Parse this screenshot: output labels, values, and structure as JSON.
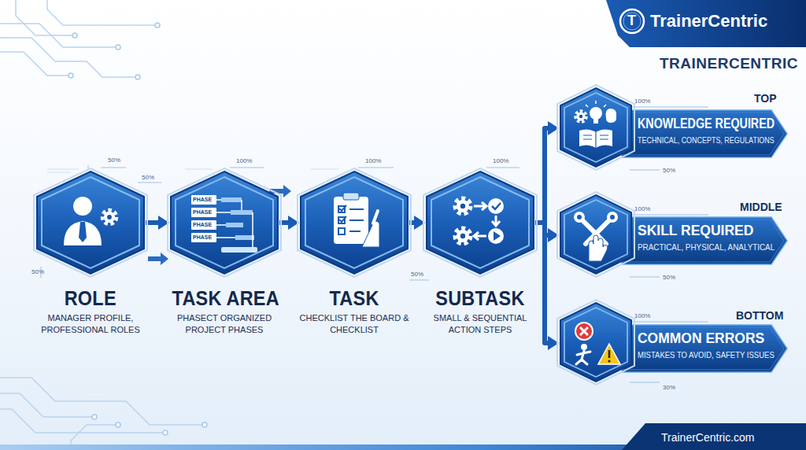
{
  "diagram": {
    "nodes": [
      {
        "text": [
          "ROLE",
          "MANAGER PROFILE, PROFESSIONAL ROLES"
        ]
      },
      {
        "text": [
          "TASK AREA",
          "PHASECT ORGANIZED PROJECT PHASES"
        ]
      },
      {
        "text": [
          "TASK",
          "CHECKLIST THE BOARD & CHECKLIST"
        ]
      },
      {
        "text": [
          "SUBTASK",
          "SMALL & SEQUENTIAL ACTION STEPS"
        ]
      },
      {
        "text": [
          "KNOWLEDGE REQUIRED",
          "TECHNICAL, CONCEPTS, REGULATIONS"
        ]
      },
      {
        "text": [
          "SKILL REQUIRED",
          "PRACTICAL, PHYSICAL, ANALYTICAL"
        ]
      },
      {
        "text": [
          "COMMON ERRORS",
          "MISTAKES TO AVOID, SAFETY ISSUES"
        ]
      }
    ],
    "edges": [
      {
        "from": 0,
        "to": 1,
        "arrow": "to"
      },
      {
        "from": 1,
        "to": 2,
        "arrow": "to"
      },
      {
        "from": 2,
        "to": 3,
        "arrow": "to"
      },
      {
        "from": 3,
        "to": 4,
        "arrow": "to"
      },
      {
        "from": 3,
        "to": 5,
        "arrow": "to"
      },
      {
        "from": 3,
        "to": 6,
        "arrow": "to"
      }
    ],
    "labels": [
      "T",
      "TrainerCentric",
      "TRAINERCENTRIC",
      "TOP",
      "MIDDLE",
      "BOTTOM",
      "PHASE",
      "PHASE",
      "PHASE",
      "PHASE",
      "50%",
      "50%",
      "50%",
      "100%",
      "100%",
      "100%",
      "50%",
      "100%",
      "50%",
      "100%",
      "50%",
      "100%",
      "30%",
      "TrainerCentric.com"
    ]
  }
}
